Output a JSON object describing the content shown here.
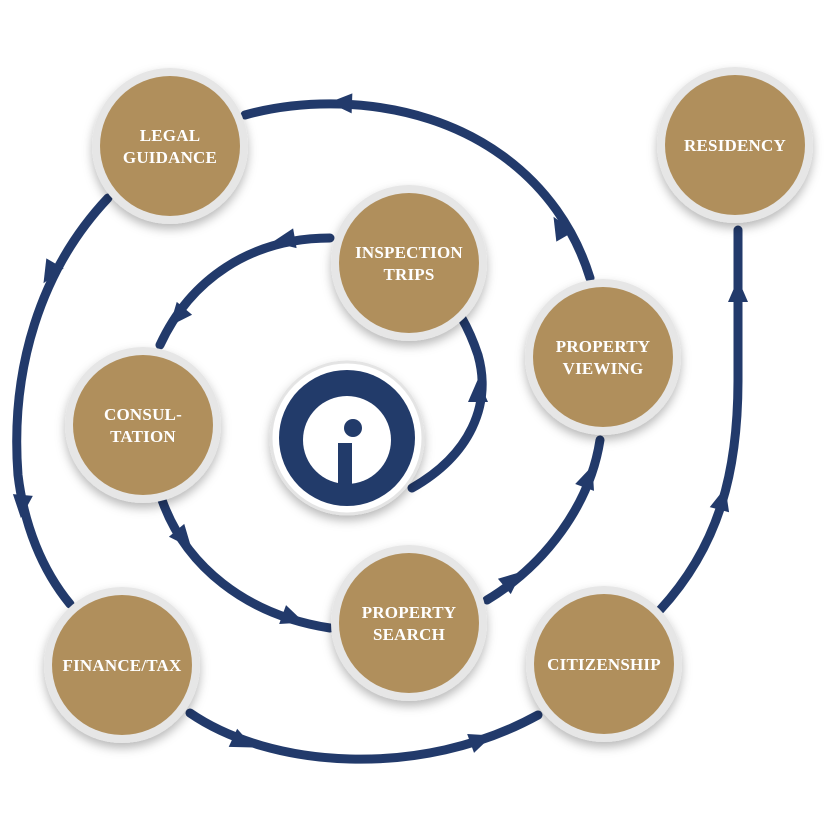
{
  "colors": {
    "path": "#223a6b",
    "node_fill": "#b08f5c",
    "node_ring": "#e6e6e6",
    "label": "#ffffff",
    "logo": "#223a6b"
  },
  "logo": {
    "icon": "info-i-logo-icon"
  },
  "nodes": [
    {
      "id": "inspection-trips",
      "lines": [
        "INSPECTION",
        "TRIPS"
      ]
    },
    {
      "id": "consultation",
      "lines": [
        "CONSUL-",
        "TATION"
      ]
    },
    {
      "id": "property-search",
      "lines": [
        "PROPERTY",
        "SEARCH"
      ]
    },
    {
      "id": "property-viewing",
      "lines": [
        "PROPERTY",
        "VIEWING"
      ]
    },
    {
      "id": "legal-guidance",
      "lines": [
        "LEGAL",
        "GUIDANCE"
      ]
    },
    {
      "id": "finance-tax",
      "lines": [
        "FINANCE/TAX"
      ]
    },
    {
      "id": "citizenship",
      "lines": [
        "CITIZENSHIP"
      ]
    },
    {
      "id": "residency",
      "lines": [
        "RESIDENCY"
      ]
    }
  ]
}
